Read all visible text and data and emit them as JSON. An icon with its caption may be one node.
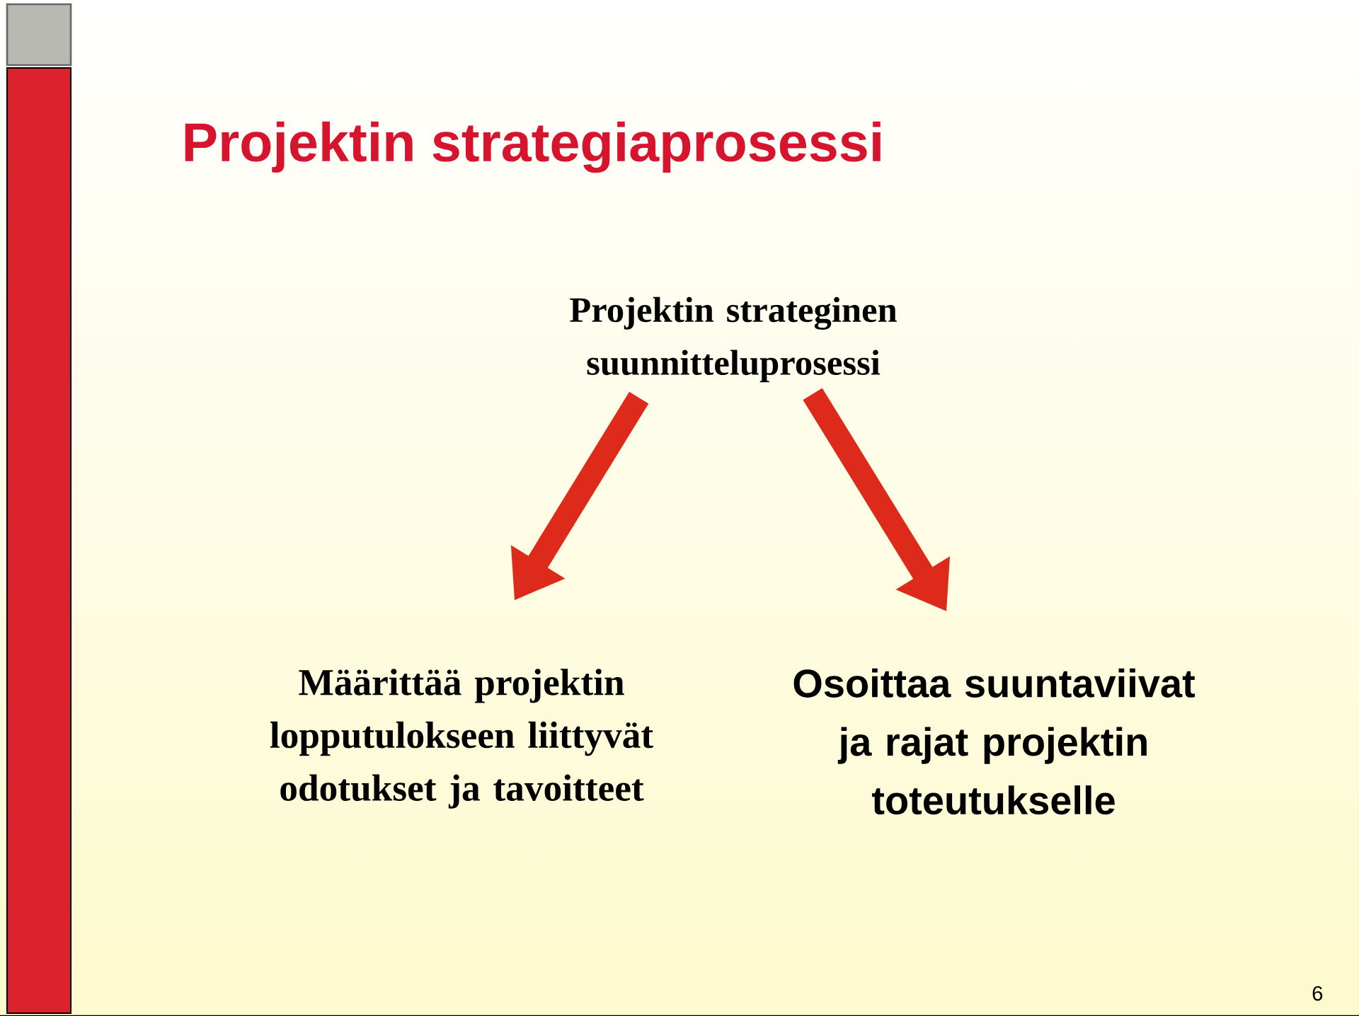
{
  "diagram": {
    "title": "Projektin strategiaprosessi",
    "nodes": [
      {
        "text": [
          "Projektin strateginen suunnitteluprosessi"
        ]
      },
      {
        "text": [
          "Määrittää projektin lopputulokseen liittyvät odotukset ja tavoitteet"
        ]
      },
      {
        "text": [
          "Osoittaa suuntaviivat ja rajat projektin toteutukselle"
        ]
      }
    ],
    "edges": [
      {
        "from": 0,
        "to": 1,
        "arrow": "to"
      },
      {
        "from": 0,
        "to": 2,
        "arrow": "to"
      }
    ],
    "labels": [
      "6"
    ]
  }
}
